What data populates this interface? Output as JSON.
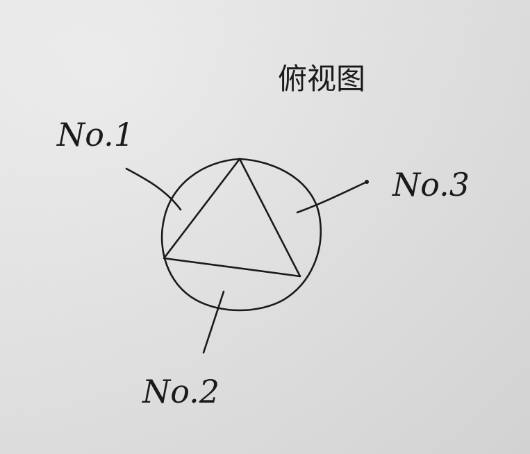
{
  "title": "俯视图",
  "labels": {
    "no1": "No.1",
    "no2": "No.2",
    "no3": "No.3"
  },
  "ink_color": "#1a1a1a",
  "paper_color": "#efefef"
}
